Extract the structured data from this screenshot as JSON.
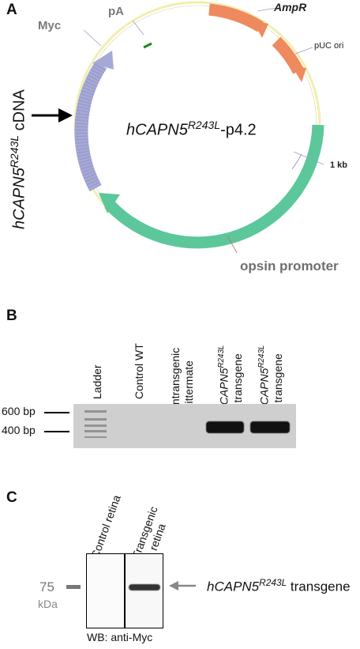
{
  "panelA": {
    "label": "A",
    "plasmid_name_gene": "hCAPN5",
    "plasmid_name_sup": "R243L",
    "plasmid_name_suffix": "-p4.2",
    "features": {
      "myc": "Myc",
      "pA": "pA",
      "ampR": "AmpR",
      "puc_ori": "pUC ori",
      "one_kb": "1 kb",
      "opsin": "opsin promoter"
    },
    "cdna_gene": "hCAPN5",
    "cdna_sup": "R243L",
    "cdna_suffix": " cDNA"
  },
  "panelB": {
    "label": "B",
    "lanes": [
      {
        "text": "Ladder"
      },
      {
        "text": "Control WT"
      },
      {
        "line1": "Nontransgenic",
        "line2": "littermate"
      },
      {
        "gene": "hCAPN5",
        "sup": "R243L",
        "line2": "transgene"
      },
      {
        "gene": "hCAPN5",
        "sup": "R243L",
        "line2": "transgene"
      }
    ],
    "markers": [
      "600 bp",
      "400 bp"
    ]
  },
  "panelC": {
    "label": "C",
    "lanes": [
      {
        "text": "Control retina"
      },
      {
        "line1": "Transgenic",
        "line2": "retina"
      }
    ],
    "marker_value": "75",
    "marker_unit": "kDa",
    "band_gene": "hCAPN5",
    "band_sup": "R243L",
    "band_suffix": " transgene",
    "wb": "WB: anti-Myc"
  },
  "colors": {
    "opsin_green": "#5cc79a",
    "ampr_orange": "#ee8a5e",
    "cdna_blue": "#a6a9d6",
    "backbone": "#f2eeb0"
  }
}
